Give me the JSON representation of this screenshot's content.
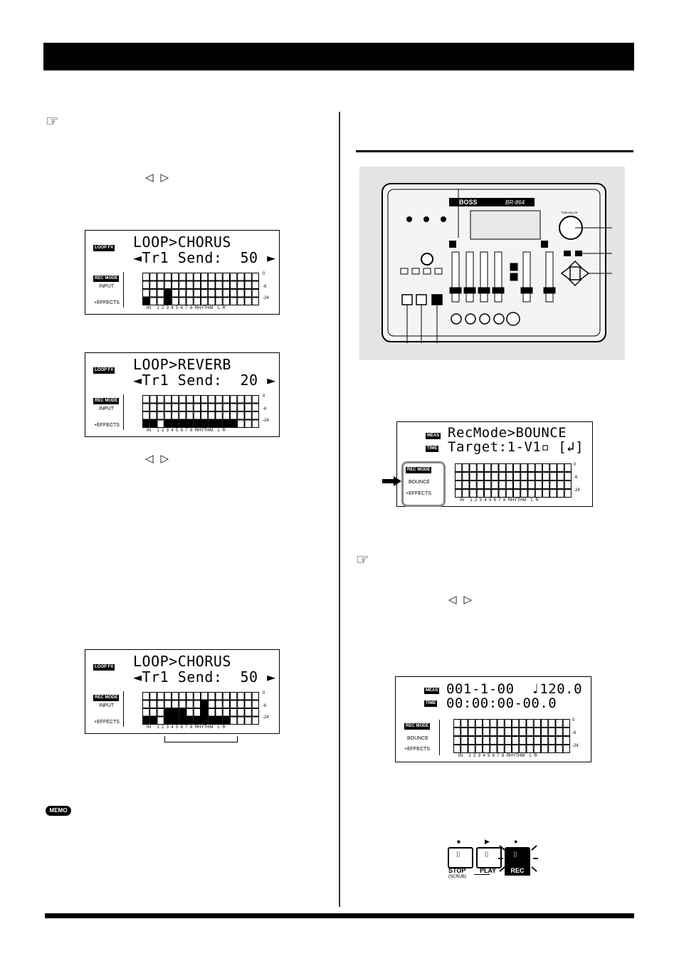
{
  "lcd_loop_chorus_1": {
    "badge": "LOOP FX",
    "line1": "LOOP>CHORUS",
    "line2": "◄Tr1 Send:  50 ►",
    "rec_mode_badge": "REC MODE",
    "mode": "INPUT",
    "effects": "+EFFECTS",
    "scale": [
      "0",
      "-6",
      "-24"
    ],
    "channels": "IN     1  2  3  4  5  6  7  8  RHYTHM    L  R",
    "meter_levels": [
      1,
      0,
      0,
      2,
      0,
      0,
      0,
      0,
      0,
      0,
      0,
      0,
      0,
      0,
      0,
      0
    ]
  },
  "lcd_loop_reverb": {
    "badge": "LOOP FX",
    "line1": "LOOP>REVERB",
    "line2": "◄Tr1 Send:  20 ►",
    "rec_mode_badge": "REC MODE",
    "mode": "INPUT",
    "effects": "+EFFECTS",
    "scale": [
      "0",
      "-6",
      "-24"
    ],
    "channels": "IN     1  2  3  4  5  6  7  8  RHYTHM    L  R",
    "meter_levels": [
      1,
      1,
      0,
      1,
      1,
      1,
      1,
      1,
      1,
      1,
      1,
      1,
      1,
      0,
      0,
      0
    ]
  },
  "lcd_loop_chorus_2": {
    "badge": "LOOP FX",
    "line1": "LOOP>CHORUS",
    "line2": "◄Tr1 Send:  50 ►",
    "rec_mode_badge": "REC MODE",
    "mode": "INPUT",
    "effects": "+EFFECTS",
    "scale": [
      "0",
      "-6",
      "-24"
    ],
    "channels": "IN     1  2  3  4  5  6  7  8  RHYTHM    L  R",
    "meter_levels": [
      1,
      1,
      0,
      2,
      2,
      2,
      1,
      1,
      3,
      1,
      1,
      1,
      0,
      0,
      0,
      0
    ]
  },
  "lcd_bounce": {
    "badge_meas": "MEAS",
    "badge_time": "TIME",
    "line1": "RecMode>BOUNCE",
    "line2": "Target:1-V1▫ [↲]",
    "rec_mode_badge": "REC MODE",
    "mode": "BOUNCE",
    "effects": "+EFFECTS",
    "scale": [
      "0",
      "-6",
      "-24"
    ],
    "channels": "IN     1  2  3  4  5  6  7  8  RHYTHM    L  R"
  },
  "lcd_counter": {
    "badge_meas": "MEAS",
    "badge_time": "TIME",
    "line1": "001-1-00  ♩120.0",
    "line2": "00:00:00-00.0",
    "rec_mode_badge": "REC MODE",
    "mode": "BOUNCE",
    "effects": "+EFFECTS",
    "scale": [
      "0",
      "-6",
      "-24"
    ],
    "channels": "IN     1  2  3  4  5  6  7  8  RHYTHM    L  R"
  },
  "device": {
    "brand": "BOSS",
    "model": "BR-864",
    "time_value": "TIME/VALUE"
  },
  "transport": {
    "stop_label": "STOP",
    "stop_sub": "(SCRUB)",
    "play_label": "PLAY",
    "rec_label": "REC"
  },
  "memo": "MEMO",
  "icons": {
    "reference": "hand-pointing-icon",
    "cursor_left": "◁",
    "cursor_right": "▷"
  }
}
